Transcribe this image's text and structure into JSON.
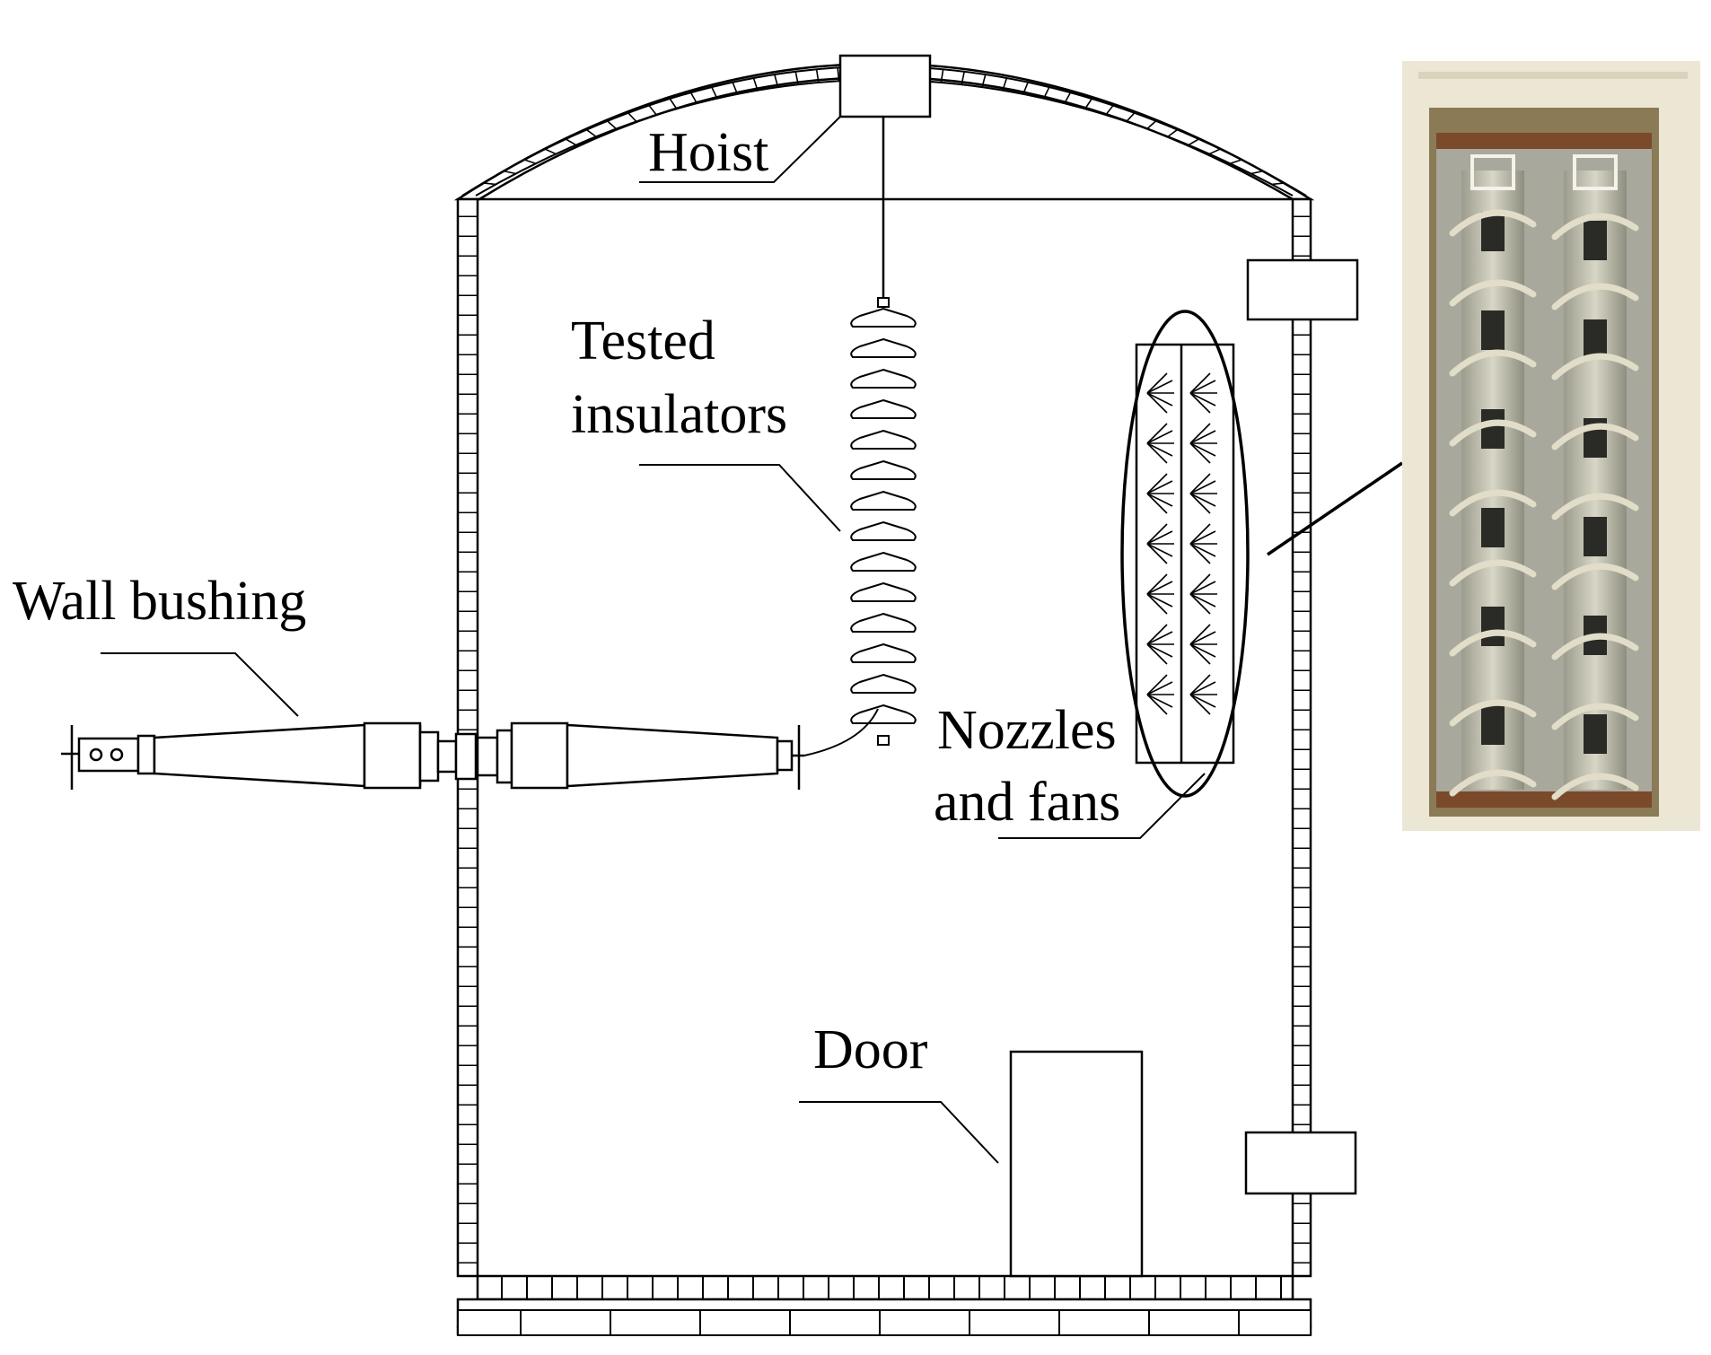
{
  "labels": {
    "hoist": "Hoist",
    "tested_insulators_line1": "Tested",
    "tested_insulators_line2": "insulators",
    "wall_bushing": "Wall bushing",
    "nozzles_line1": "Nozzles",
    "nozzles_line2": "and fans",
    "door": "Door"
  },
  "colors": {
    "line": "#000000",
    "background": "#ffffff",
    "photo_wall": "#ece6d4",
    "photo_frame": "#8a7a55",
    "photo_cavity": "#a8a89c",
    "photo_coil": "#e2ddc8",
    "photo_rust": "#7a4a2a"
  }
}
